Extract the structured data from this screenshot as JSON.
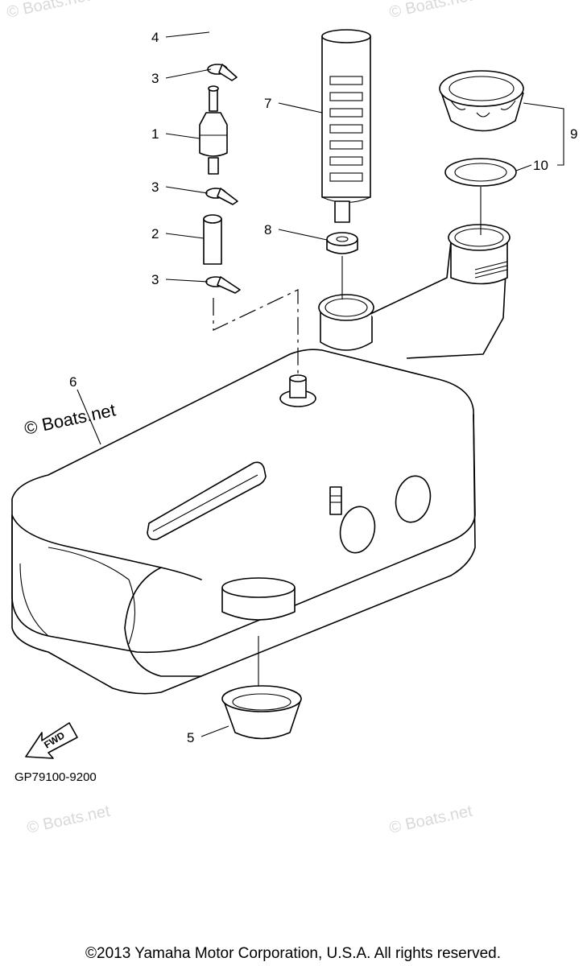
{
  "diagram": {
    "callouts": {
      "part_1": "1",
      "part_2": "2",
      "part_3a": "3",
      "part_3b": "3",
      "part_3c": "3",
      "part_4": "4",
      "part_5": "5",
      "part_6": "6",
      "part_7": "7",
      "part_8": "8",
      "part_9": "9",
      "part_10": "10"
    },
    "fwd_label": "FWD",
    "drawing_code": "GP79100-9200",
    "copyright": "©2013 Yamaha Motor Corporation, U.S.A. All rights reserved.",
    "watermark": "© Boats.net"
  }
}
